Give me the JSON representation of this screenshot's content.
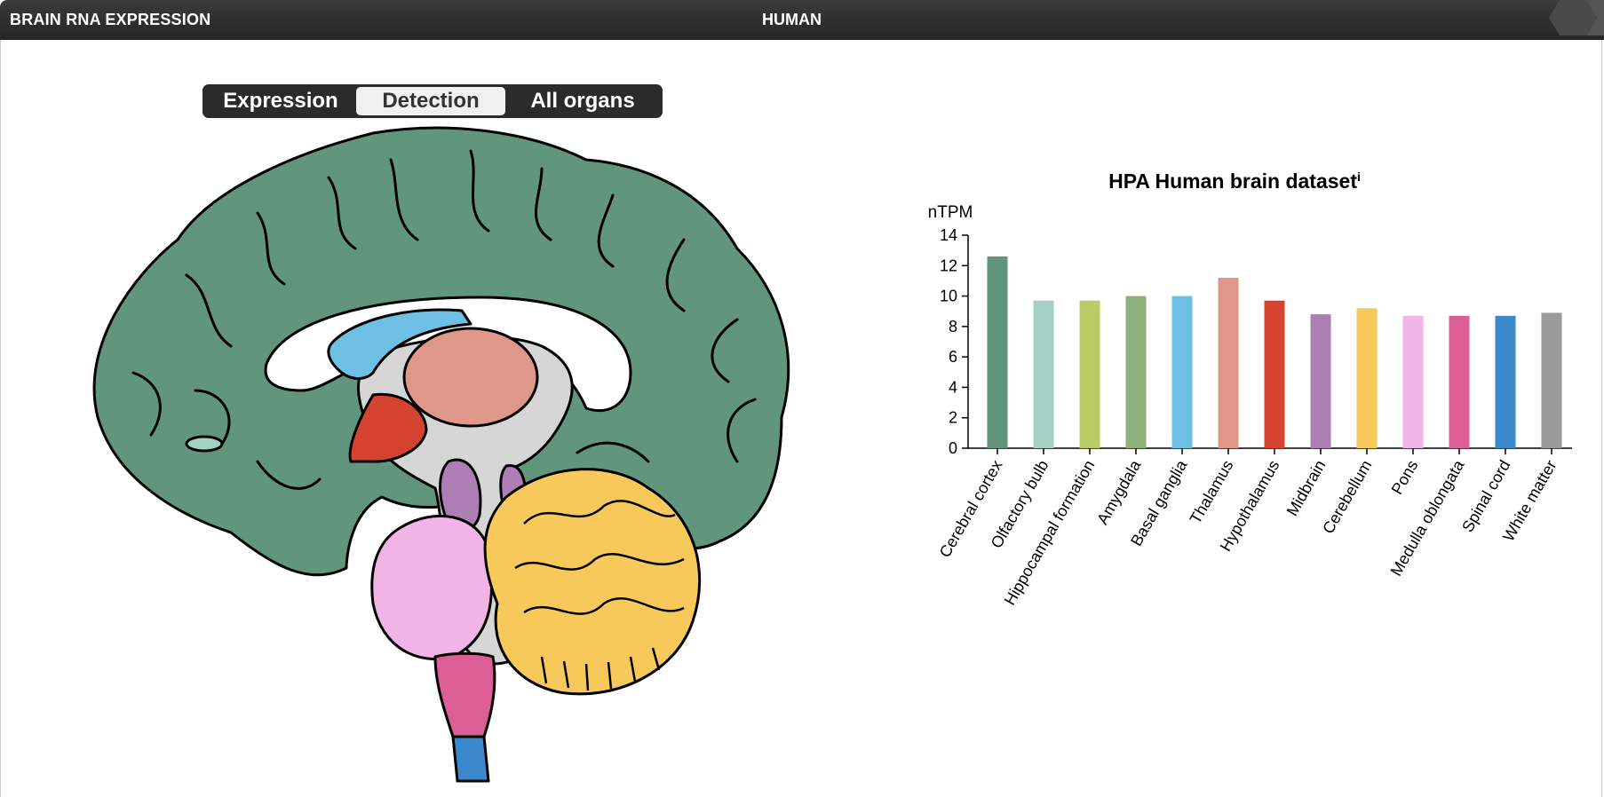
{
  "header": {
    "left_title": "BRAIN RNA EXPRESSION",
    "center_title": "HUMAN"
  },
  "tabs": [
    {
      "label": "Expression",
      "active": false
    },
    {
      "label": "Detection",
      "active": true
    },
    {
      "label": "All organs",
      "active": false
    }
  ],
  "chart_data": {
    "type": "bar",
    "title": "HPA Human brain dataset",
    "title_superscript": "i",
    "ylabel": "nTPM",
    "xlabel": "",
    "ylim": [
      0,
      14
    ],
    "yticks": [
      0,
      2,
      4,
      6,
      8,
      10,
      12,
      14
    ],
    "grid": false,
    "categories": [
      "Cerebral cortex",
      "Olfactory bulb",
      "Hippocampal formation",
      "Amygdala",
      "Basal ganglia",
      "Thalamus",
      "Hypothalamus",
      "Midbrain",
      "Cerebellum",
      "Pons",
      "Medulla oblongata",
      "Spinal cord",
      "White matter"
    ],
    "values": [
      12.6,
      9.7,
      9.7,
      10.0,
      10.0,
      11.2,
      9.7,
      8.8,
      9.2,
      8.7,
      8.7,
      8.7,
      8.9
    ],
    "colors": [
      "#61957d",
      "#a3d1c3",
      "#b8cc66",
      "#8db07a",
      "#6dbfe3",
      "#df9789",
      "#d54230",
      "#ac7eb4",
      "#f7c85a",
      "#f2b3e6",
      "#db5f95",
      "#3b88cb",
      "#9b9b9b"
    ]
  },
  "brain_colors": {
    "cortex": "#61957d",
    "basal_ganglia": "#6dbfe3",
    "thalamus": "#df9789",
    "hypothalamus": "#d54230",
    "midbrain": "#ac7eb4",
    "pons": "#f2b3e6",
    "medulla": "#db5f95",
    "spinal_cord": "#3b88cb",
    "cerebellum": "#f7c85a",
    "white_matter": "#d6d6d6"
  }
}
